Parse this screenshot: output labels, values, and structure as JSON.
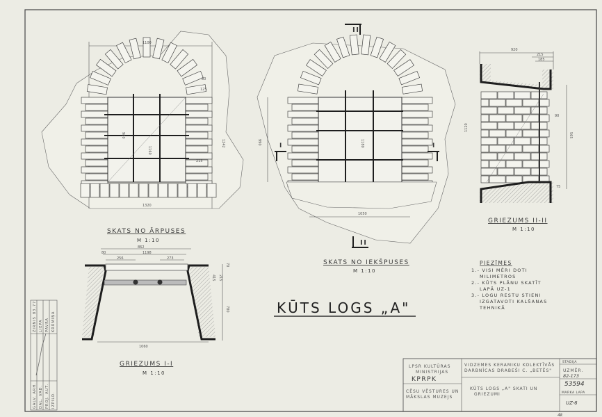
{
  "views": {
    "outside": {
      "title": "SKATS NO ĀRPUSES",
      "scale": "M 1:10",
      "dims": [
        "1100",
        "1320",
        "1242",
        "980",
        "1160",
        "80",
        "125",
        "215"
      ]
    },
    "inside": {
      "title": "SKATS NO IEKŠPUSES",
      "scale": "M 1:10",
      "dims": [
        "1050",
        "990",
        "1180"
      ],
      "section_mark": "I",
      "section_mark_top": "II"
    },
    "section2": {
      "title": "GRIEZUMS II-II",
      "scale": "M 1:10",
      "dims": [
        "920",
        "215",
        "185",
        "1120",
        "90",
        "565",
        "75"
      ]
    },
    "section1": {
      "title": "GRIEZUMS I-I",
      "scale": "M 1:10",
      "dims": [
        "862",
        "1198",
        "256",
        "273",
        "80",
        "1060",
        "780",
        "415",
        "215",
        "70"
      ]
    }
  },
  "main_title": "KŪTS LOGS „A\"",
  "notes": {
    "heading": "PIEZĪMES",
    "lines": [
      "1.- VISI MĒRI DOTI",
      "MILIMETROS",
      "2.- KŪTS PLĀNU SKATĪT",
      "LAPĀ UZ-1",
      "3.- LOGU RESTU STIENI",
      "IZGATAVOTI KALŠANAS",
      "TEHNIKĀ"
    ]
  },
  "title_block": {
    "org1": [
      "LPSR KULTŪRAS",
      "MINISTRIJAS"
    ],
    "org1_abbr": "KPRPK",
    "org2": [
      "CĒSU VĒSTURES UN",
      "MĀKSLAS MUZEJS"
    ],
    "project": [
      "VIDZEMES KERAMIKU KOLEKTĪVĀS",
      "DARBNĪCAS DRABEŠI C. „BETĒS\""
    ],
    "sheet_title": [
      "KŪTS LOGS „A\" SKATI UN",
      "GRIEZUMI"
    ],
    "stadija_label": "STADIJA",
    "uzmer_label": "UZMĒR.",
    "number1": "82-173",
    "number2": "53594",
    "lapa_label": "MARKA LAPA",
    "lapa_value": "UZ-6",
    "corner_mark": "4k"
  },
  "signature_block": {
    "roles": [
      "GALV. ARH.",
      "DAL. VAD.",
      "PROJ. AUT.",
      "IZPILD."
    ],
    "names": [
      "ZIRNIS",
      "LIEPA",
      "PAVRA",
      "KRŪMIŅA"
    ],
    "date": "83.77"
  }
}
